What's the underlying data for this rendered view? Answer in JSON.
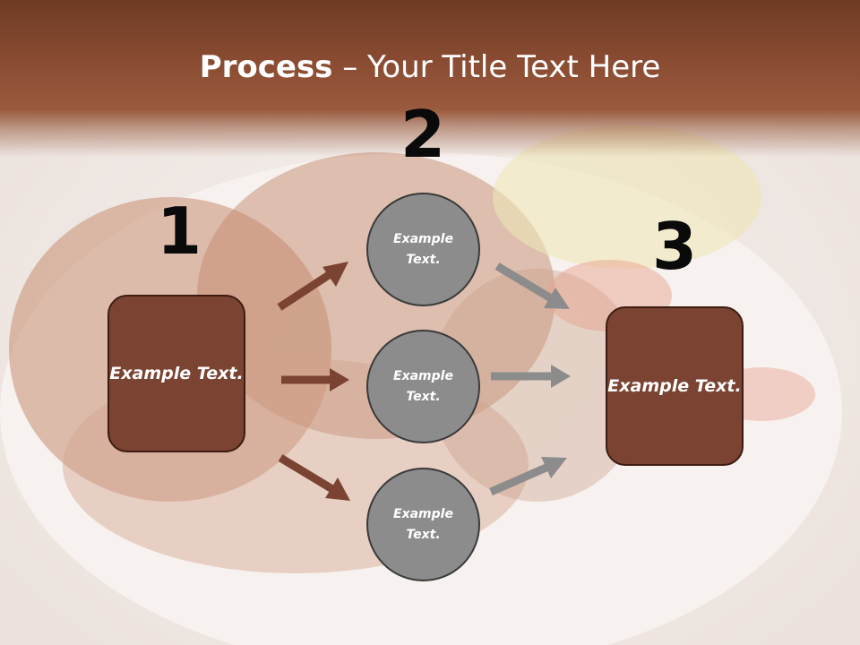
{
  "title": {
    "bold": "Process",
    "rest": " – Your Title Text Here"
  },
  "steps": [
    {
      "number": "1",
      "label": "Example Text."
    },
    {
      "number": "2"
    },
    {
      "number": "3",
      "label": "Example Text."
    }
  ],
  "circles": [
    {
      "label": "Example Text."
    },
    {
      "label": "Example Text."
    },
    {
      "label": "Example Text."
    }
  ],
  "colors": {
    "header": "#8a4c32",
    "box": "#7a4332",
    "circle": "#8c8c8c",
    "arrow_brown": "#7a4332",
    "arrow_gray": "#8c8c8c"
  }
}
